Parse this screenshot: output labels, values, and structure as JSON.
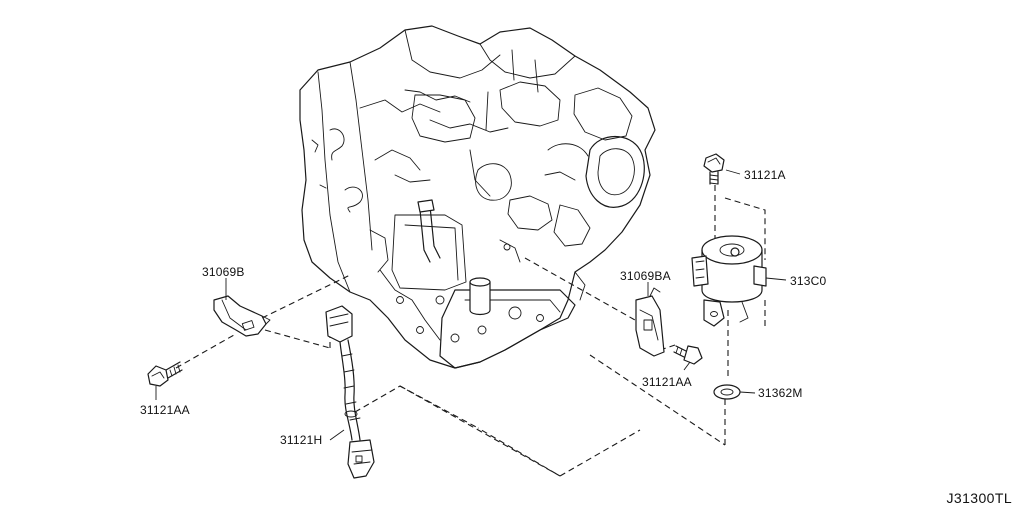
{
  "diagram": {
    "drawing_code": "J31300TL",
    "callouts": [
      {
        "id": "bracket-left",
        "label": "31069B"
      },
      {
        "id": "bolt-left",
        "label": "31121AA"
      },
      {
        "id": "harness",
        "label": "31121H"
      },
      {
        "id": "bracket-right",
        "label": "31069BA"
      },
      {
        "id": "bolt-right",
        "label": "31121AA"
      },
      {
        "id": "bolt-top",
        "label": "31121A"
      },
      {
        "id": "oil-cooler",
        "label": "313C0"
      },
      {
        "id": "washer",
        "label": "31362M"
      }
    ]
  }
}
